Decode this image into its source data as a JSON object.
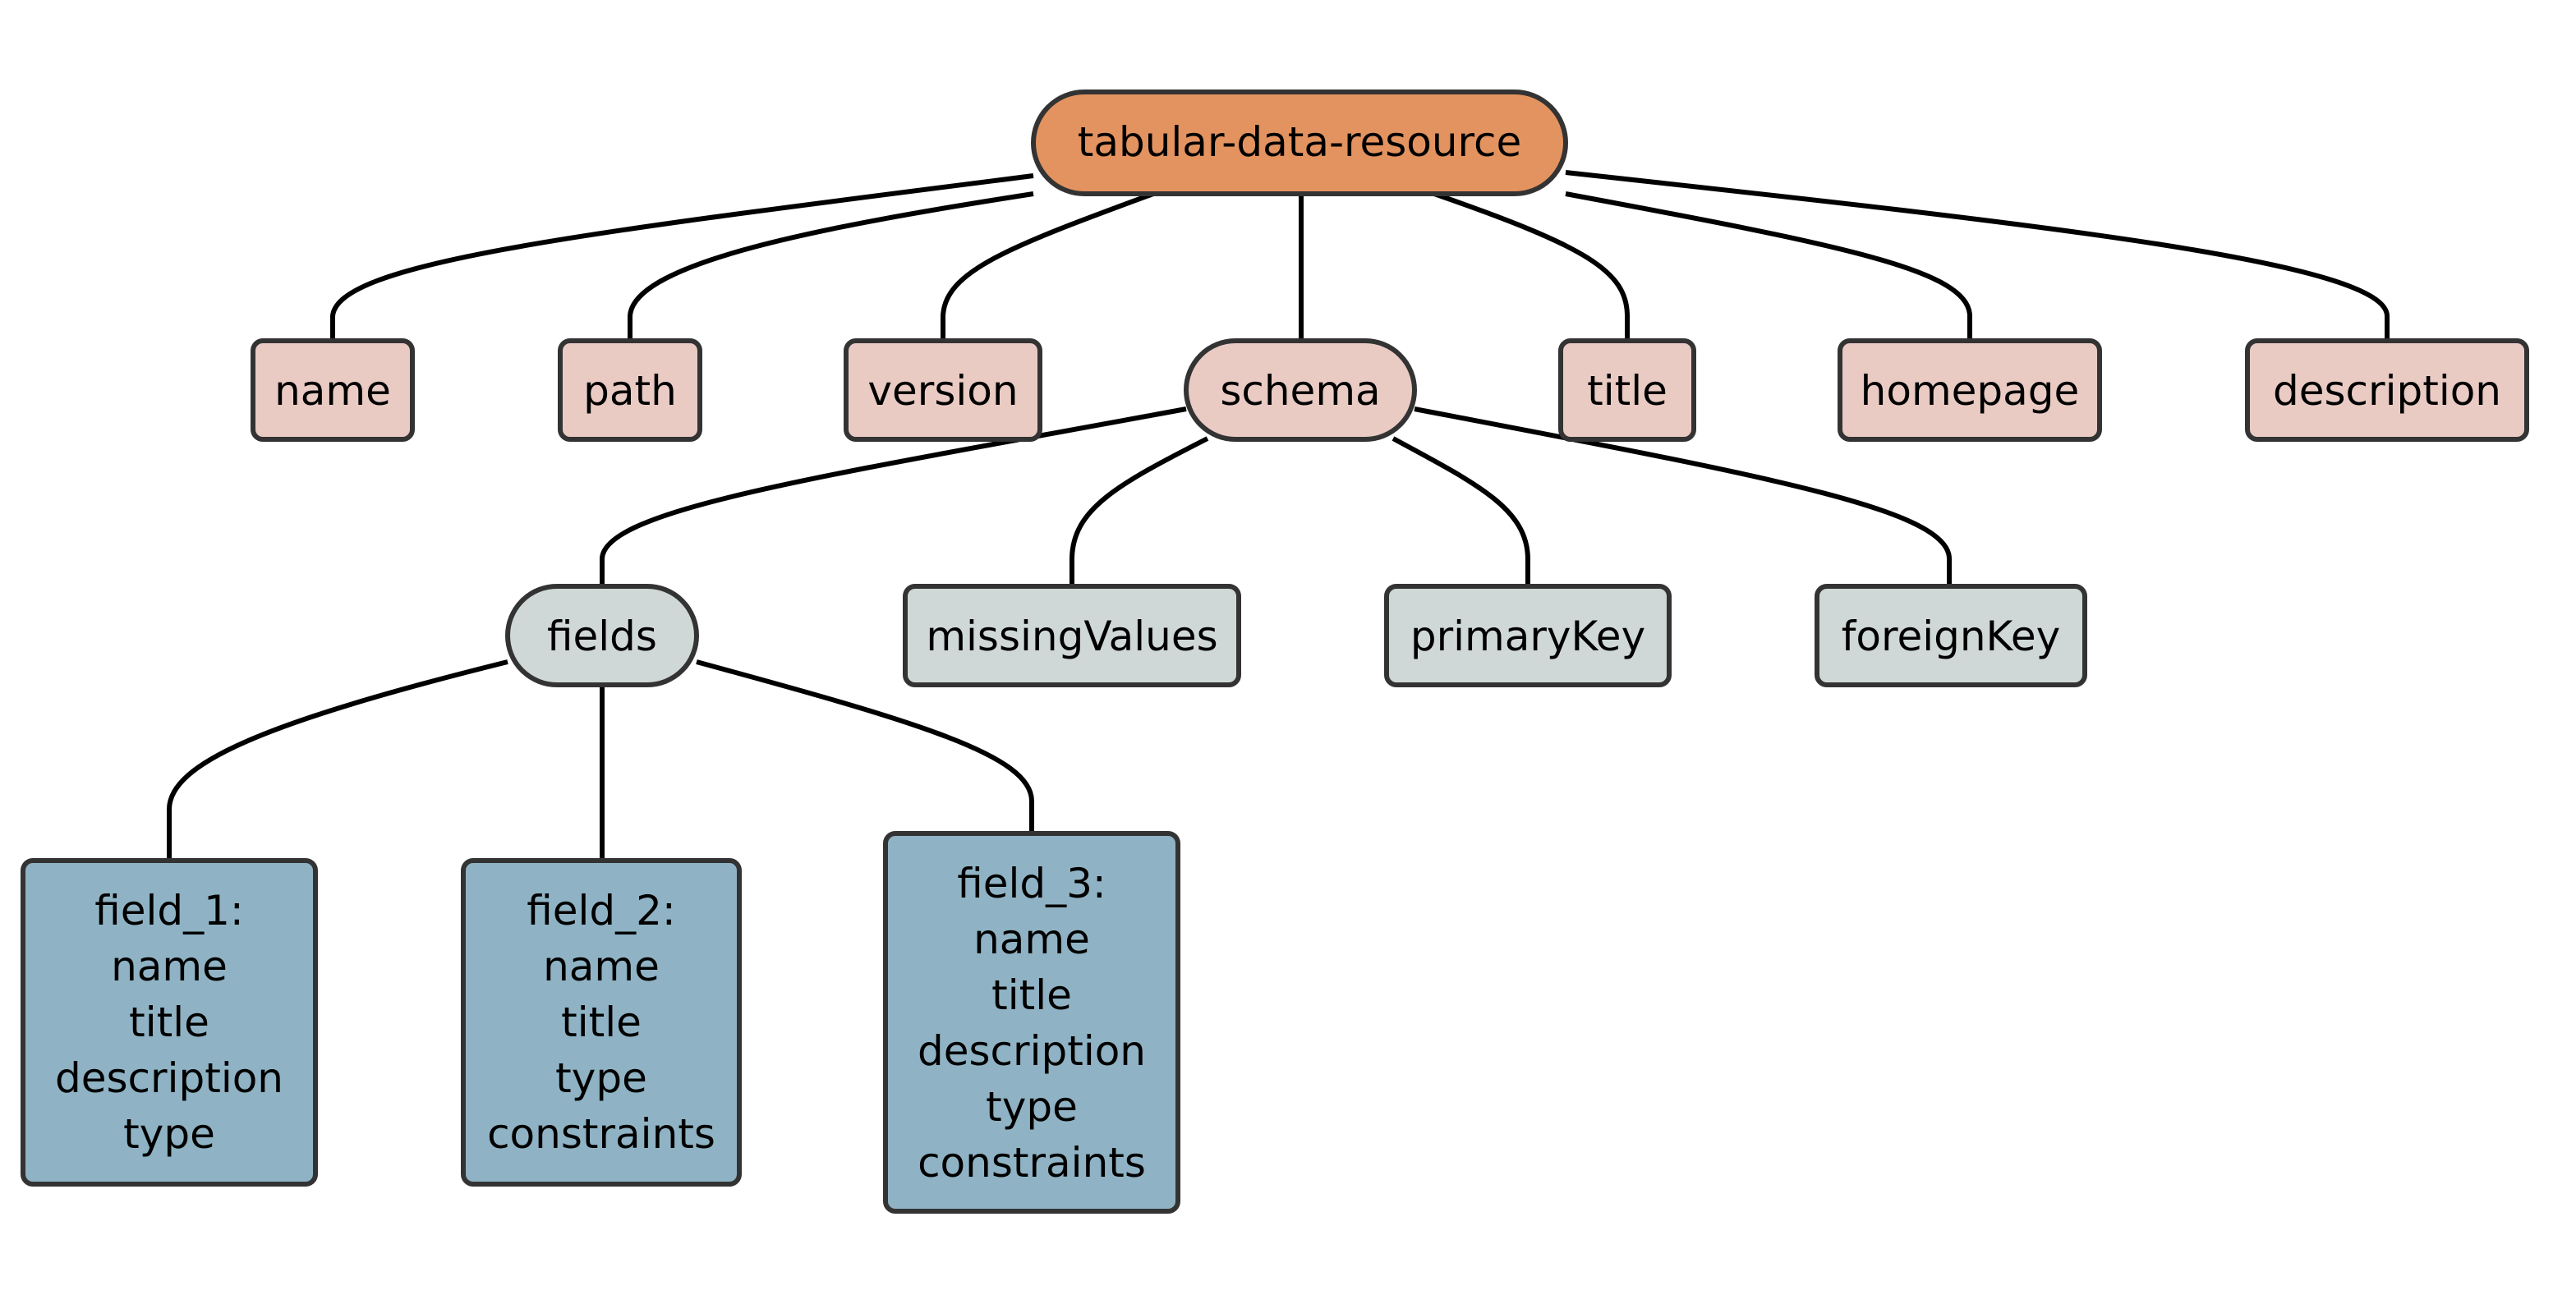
{
  "colors": {
    "root": "#e3935f",
    "level1": "#e9cbc4",
    "level2": "#cfd8d6",
    "level3": "#8fb3c4",
    "stroke": "#333333",
    "edge": "#000000"
  },
  "nodes": {
    "root": {
      "label": "tabular-data-resource"
    },
    "name": {
      "label": "name"
    },
    "path": {
      "label": "path"
    },
    "version": {
      "label": "version"
    },
    "schema": {
      "label": "schema"
    },
    "title": {
      "label": "title"
    },
    "homepage": {
      "label": "homepage"
    },
    "description": {
      "label": "description"
    },
    "fields": {
      "label": "fields"
    },
    "missingValues": {
      "label": "missingValues"
    },
    "primaryKey": {
      "label": "primaryKey"
    },
    "foreignKey": {
      "label": "foreignKey"
    },
    "field_1": {
      "lines": [
        "field_1:",
        "name",
        "title",
        "description",
        "type"
      ]
    },
    "field_2": {
      "lines": [
        "field_2:",
        "name",
        "title",
        "type",
        "constraints"
      ]
    },
    "field_3": {
      "lines": [
        "field_3:",
        "name",
        "title",
        "description",
        "type",
        "constraints"
      ]
    }
  },
  "edges": [
    [
      "root",
      "name"
    ],
    [
      "root",
      "path"
    ],
    [
      "root",
      "version"
    ],
    [
      "root",
      "schema"
    ],
    [
      "root",
      "title"
    ],
    [
      "root",
      "homepage"
    ],
    [
      "root",
      "description"
    ],
    [
      "schema",
      "fields"
    ],
    [
      "schema",
      "missingValues"
    ],
    [
      "schema",
      "primaryKey"
    ],
    [
      "schema",
      "foreignKey"
    ],
    [
      "fields",
      "field_1"
    ],
    [
      "fields",
      "field_2"
    ],
    [
      "fields",
      "field_3"
    ]
  ]
}
